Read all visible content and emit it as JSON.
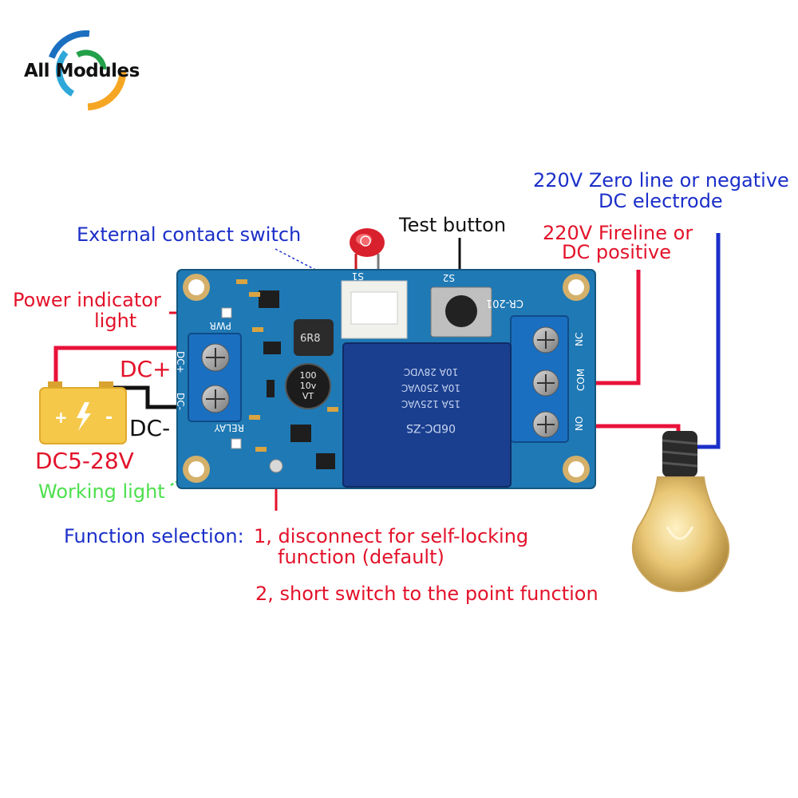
{
  "logo": {
    "brand": "All Modules"
  },
  "labels": {
    "external_contact_switch": "External contact switch",
    "test_button": "Test button",
    "zero_line_1": "220V Zero line or negative",
    "zero_line_2": "DC electrode",
    "fireline_1": "220V Fireline or",
    "fireline_2": "DC positive",
    "power_indicator_1": "Power indicator",
    "power_indicator_2": "light",
    "dc_plus": "DC+",
    "dc_minus": "DC-",
    "supply_range": "DC5-28V",
    "working_light": "Working light",
    "function_selection": "Function selection: ",
    "function_1a": "1, disconnect for self-locking",
    "function_1b": "function (default)",
    "function_2": "2, short switch to the point function"
  },
  "pcb_marks": {
    "board_id": "CR-201",
    "s1": "S1",
    "s2": "S2",
    "pwr": "PWR",
    "relay": "RELAY",
    "dc_plus": "DC+",
    "dc_minus": "DC-",
    "no": "NO",
    "com": "COM",
    "nc": "NC",
    "inductor": "6R8",
    "cap_line1": "100",
    "cap_line2": "10v",
    "cap_line3": "VT",
    "relay_model": "06DC-ZS",
    "relay_spec_1": "15A 125VAC",
    "relay_spec_2": "10A 250VAC",
    "relay_spec_3": "10A 28VDC"
  },
  "colors": {
    "red_wire": "#e8123a",
    "blue_wire": "#1b2fc9",
    "pcb": "#1f79b4",
    "terminal": "#1a6fc0",
    "battery": "#f5c84a"
  }
}
